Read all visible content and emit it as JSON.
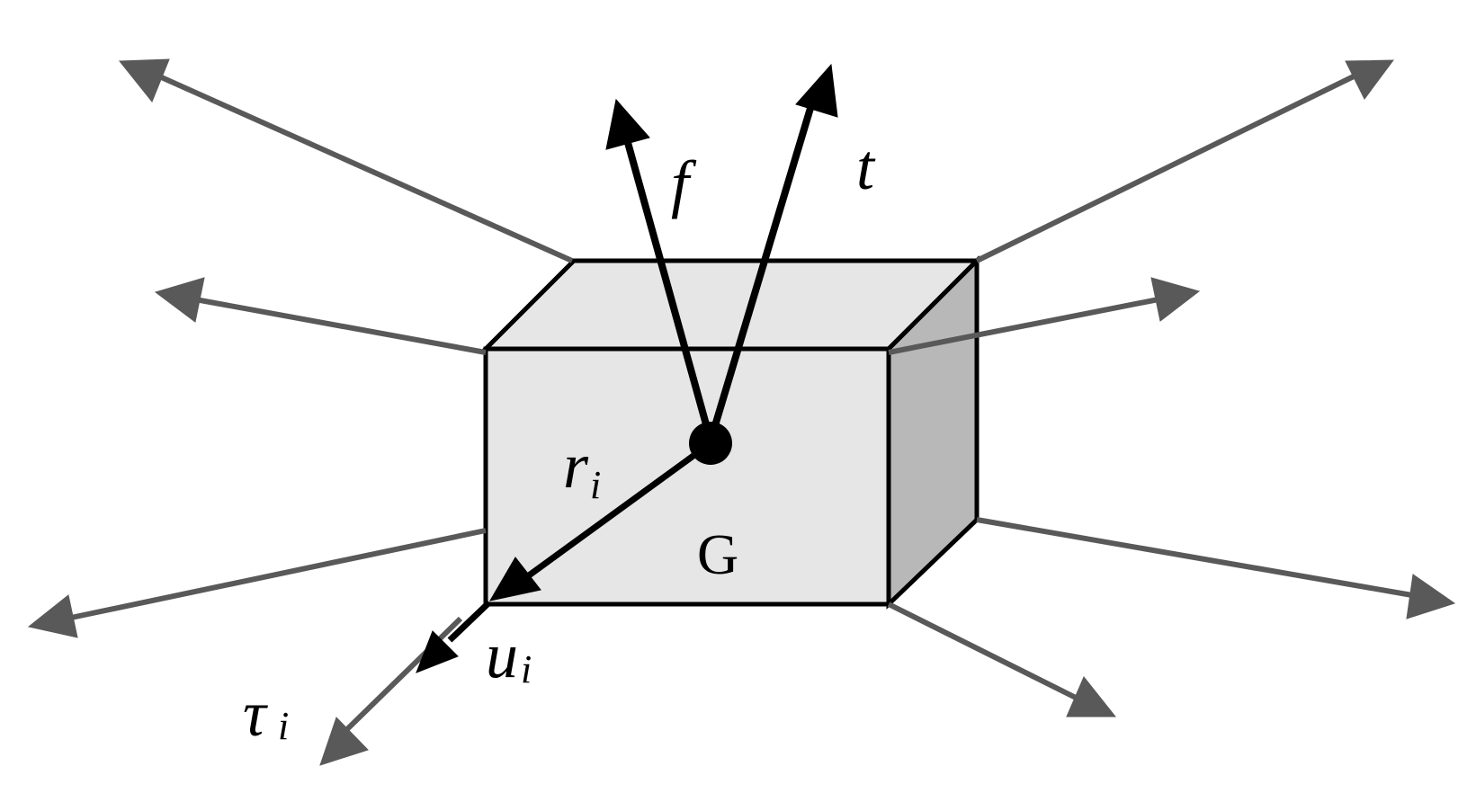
{
  "labels": {
    "force": "f",
    "torque": "t",
    "position_vector": "r",
    "position_vector_sub": "i",
    "center": "G",
    "displacement": "u",
    "displacement_sub": "i",
    "traction": "τ",
    "traction_sub": "i"
  },
  "colors": {
    "box_front": "#e6e6e6",
    "box_top": "#e6e6e6",
    "box_side": "#b8b8b8",
    "outline": "#000000",
    "primary_arrow": "#000000",
    "secondary_arrow": "#595959"
  }
}
